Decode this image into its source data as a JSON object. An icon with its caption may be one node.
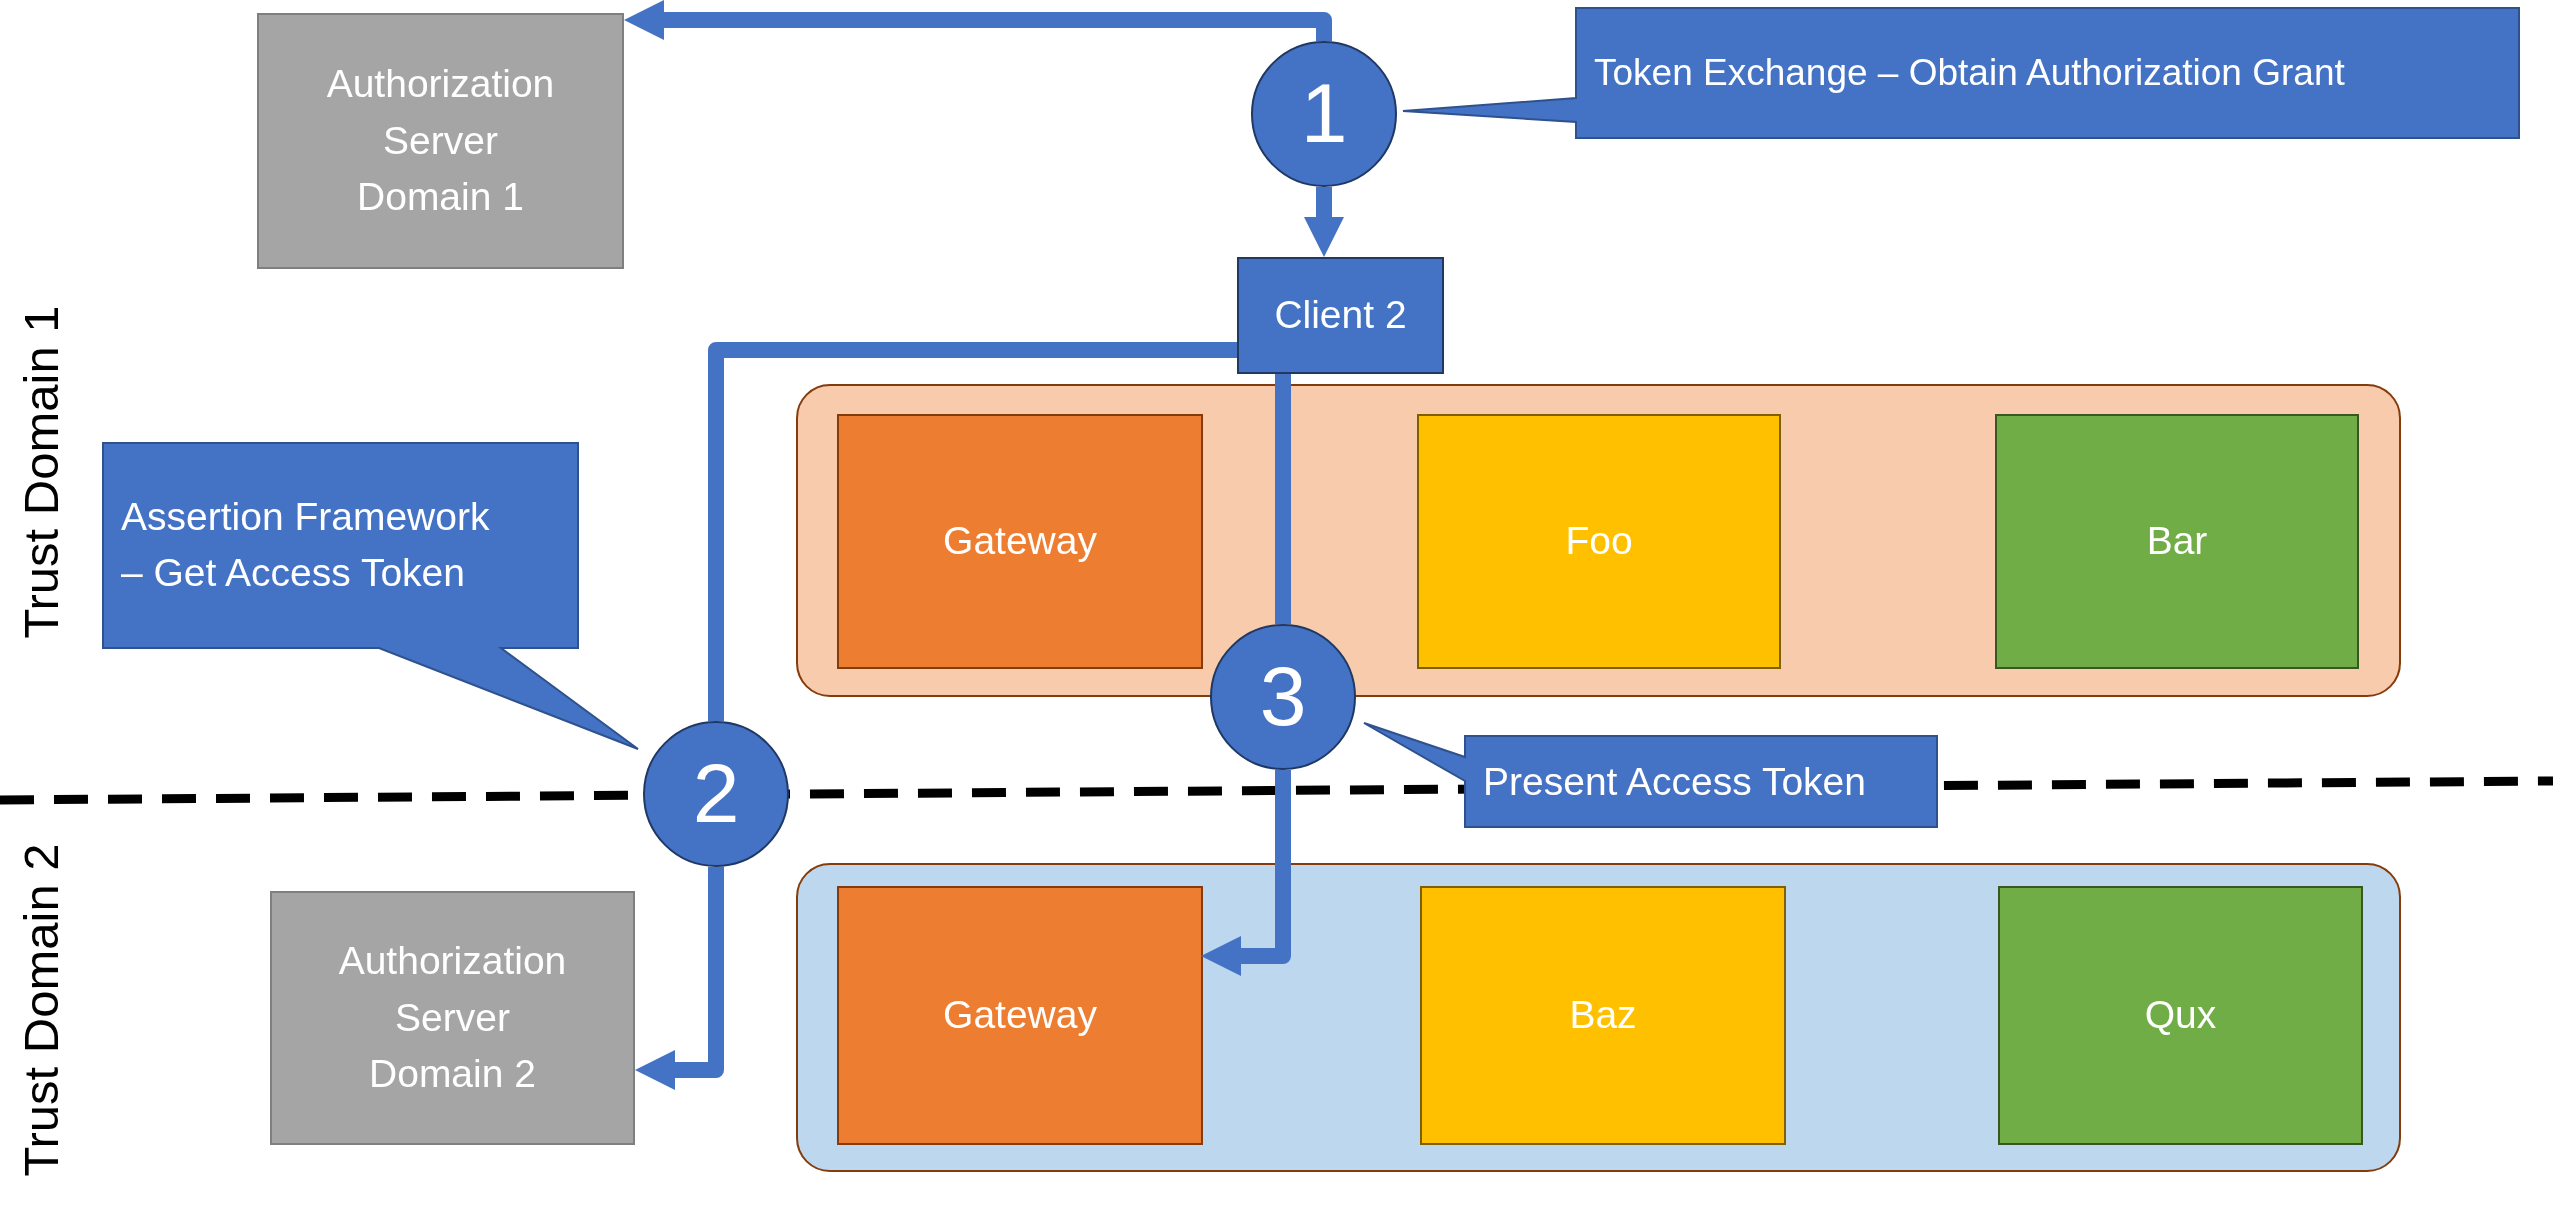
{
  "diagram": {
    "nodes": [
      {
        "text": [
          "Authorization Server Domain 1"
        ]
      },
      {
        "text": [
          "1"
        ]
      },
      {
        "text": [
          "Token Exchange – Obtain Authorization Grant"
        ]
      },
      {
        "text": [
          "Client 2"
        ]
      },
      {
        "text": [],
        "shape": "box"
      },
      {
        "text": [
          "Gateway"
        ],
        "in": 4
      },
      {
        "text": [
          "Foo"
        ],
        "in": 4
      },
      {
        "text": [
          "Bar"
        ],
        "in": 4
      },
      {
        "text": [
          "Assertion Framework – Get Access Token"
        ]
      },
      {
        "text": [
          "2"
        ]
      },
      {
        "text": [
          "3"
        ]
      },
      {
        "text": [
          "Present Access Token"
        ]
      },
      {
        "text": [
          "Authorization Server Domain 2"
        ]
      },
      {
        "text": [],
        "shape": "box"
      },
      {
        "text": [
          "Gateway"
        ],
        "in": 13
      },
      {
        "text": [
          "Baz"
        ],
        "in": 13
      },
      {
        "text": [
          "Qux"
        ],
        "in": 13
      }
    ],
    "edges": [
      {
        "from": 1,
        "to": 0,
        "arrow": "to"
      },
      {
        "from": 1,
        "to": 3,
        "arrow": "to"
      },
      {
        "from": 3,
        "to": 9,
        "arrow": "none"
      },
      {
        "from": 9,
        "to": 12,
        "arrow": "to"
      },
      {
        "from": 3,
        "to": 10,
        "arrow": "none"
      },
      {
        "from": 10,
        "to": 14,
        "arrow": "to"
      }
    ],
    "labels": [
      "Trust Domain 1",
      "Trust Domain 2"
    ]
  }
}
